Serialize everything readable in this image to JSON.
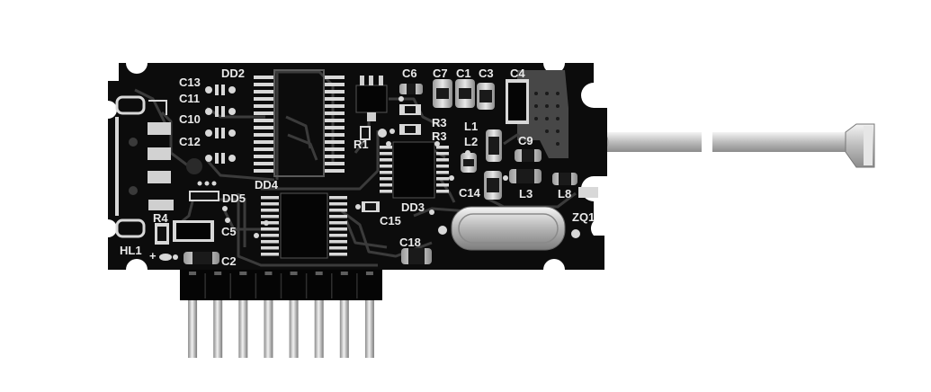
{
  "colors": {
    "background": "#ffffff",
    "board": "#0c0c0c",
    "trace": "#3a3a3a",
    "silkscreen": "#e9e9e9",
    "pad": "#d8d8d8",
    "ground_plane": "#4a4a4a",
    "metal": "#cfcfcf"
  },
  "labels": {
    "dd2": "DD2",
    "c13": "C13",
    "c11": "C11",
    "c10": "C10",
    "c12": "C12",
    "c6": "C6",
    "c7": "C7",
    "c1": "C1",
    "c3": "C3",
    "c4": "C4",
    "r3_top": "R3",
    "r3_bottom": "R3",
    "r1": "R1",
    "l1": "L1",
    "l2": "L2",
    "c9": "C9",
    "c14": "C14",
    "l3": "L3",
    "l8": "L8",
    "dd5": "DD5",
    "dd4": "DD4",
    "dd3": "DD3",
    "c15": "C15",
    "r4": "R4",
    "c5": "C5",
    "c18": "C18",
    "zq1": "ZQ1",
    "hl1": "HL1",
    "plus": "+",
    "c2": "C2"
  },
  "pin_header_count": 8
}
